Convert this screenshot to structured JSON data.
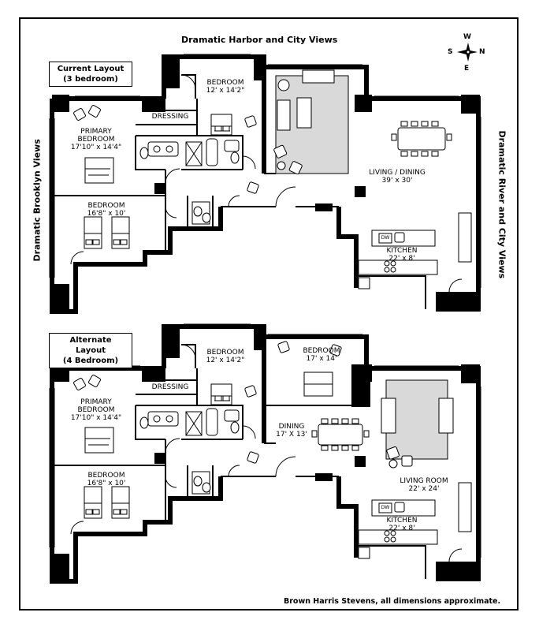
{
  "views": {
    "top": "Dramatic Harbor and City Views",
    "left": "Dramatic Brooklyn Views",
    "right": "Dramatic River and City Views"
  },
  "compass": {
    "n": "N",
    "s": "S",
    "e": "E",
    "w": "W"
  },
  "current": {
    "title_line1": "Current Layout",
    "title_line2": "(3 bedroom)",
    "dressing": "DRESSING",
    "bedroom_top": {
      "name": "BEDROOM",
      "dim": "12' x 14'2\""
    },
    "primary": {
      "name1": "PRIMARY",
      "name2": "BEDROOM",
      "dim": "17'10\" x 14'4\""
    },
    "bedroom_low": {
      "name": "BEDROOM",
      "dim": "16'8\" x 10'"
    },
    "living": {
      "name": "LIVING / DINING",
      "dim": "39' x 30'"
    },
    "kitchen": {
      "name": "KITCHEN",
      "dim": "22' x 8'"
    },
    "dw": "DW"
  },
  "alternate": {
    "title_line1": "Alternate Layout",
    "title_line2": "(4 Bedroom)",
    "dressing": "DRESSING",
    "bedroom_top": {
      "name": "BEDROOM",
      "dim": "12' x 14'2\""
    },
    "bedroom_new": {
      "name": "BEDROOM",
      "dim": "17' x 14'"
    },
    "primary": {
      "name1": "PRIMARY",
      "name2": "BEDROOM",
      "dim": "17'10\" x 14'4\""
    },
    "bedroom_low": {
      "name": "BEDROOM",
      "dim": "16'8\" x 10'"
    },
    "dining": {
      "name": "DINING",
      "dim": "17' X 13'"
    },
    "living": {
      "name": "LIVING ROOM",
      "dim": "22' x 24'"
    },
    "kitchen": {
      "name": "KITCHEN",
      "dim": "22' x 8'"
    },
    "dw": "DW"
  },
  "footer": "Brown Harris Stevens, all dimensions approximate."
}
